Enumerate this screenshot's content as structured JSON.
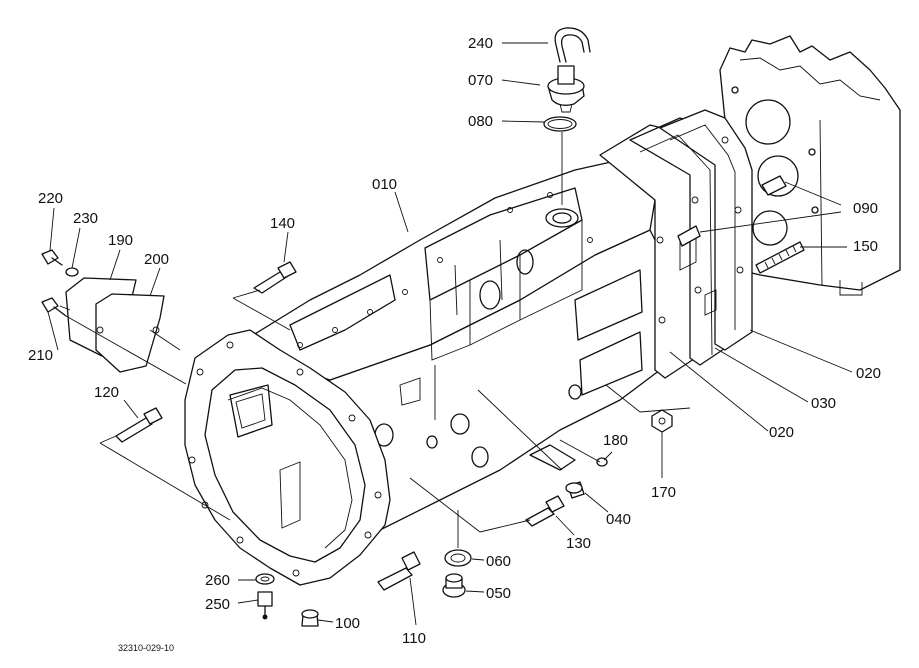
{
  "diagram": {
    "reference_code": "32310-029-10",
    "part_labels": {
      "p240": "240",
      "p070": "070",
      "p080": "080",
      "p010": "010",
      "p090": "090",
      "p150": "150",
      "p220": "220",
      "p230": "230",
      "p190": "190",
      "p200": "200",
      "p140": "140",
      "p210": "210",
      "p120": "120",
      "p020a": "020",
      "p030": "030",
      "p020b": "020",
      "p180": "180",
      "p170": "170",
      "p040": "040",
      "p130": "130",
      "p060": "060",
      "p050": "050",
      "p260": "260",
      "p250": "250",
      "p100": "100",
      "p110": "110"
    }
  }
}
